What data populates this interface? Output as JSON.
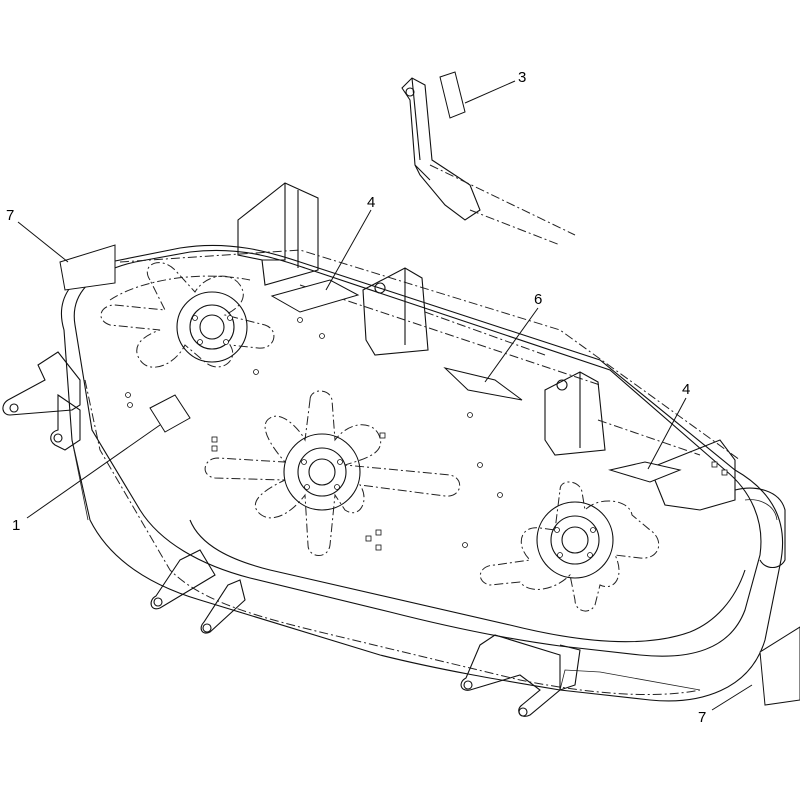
{
  "callouts": [
    {
      "id": "c1",
      "label": "1"
    },
    {
      "id": "c3",
      "label": "3"
    },
    {
      "id": "c4a",
      "label": "4"
    },
    {
      "id": "c4b",
      "label": "4"
    },
    {
      "id": "c6",
      "label": "6"
    },
    {
      "id": "c7a",
      "label": "7"
    },
    {
      "id": "c7b",
      "label": "7"
    }
  ]
}
